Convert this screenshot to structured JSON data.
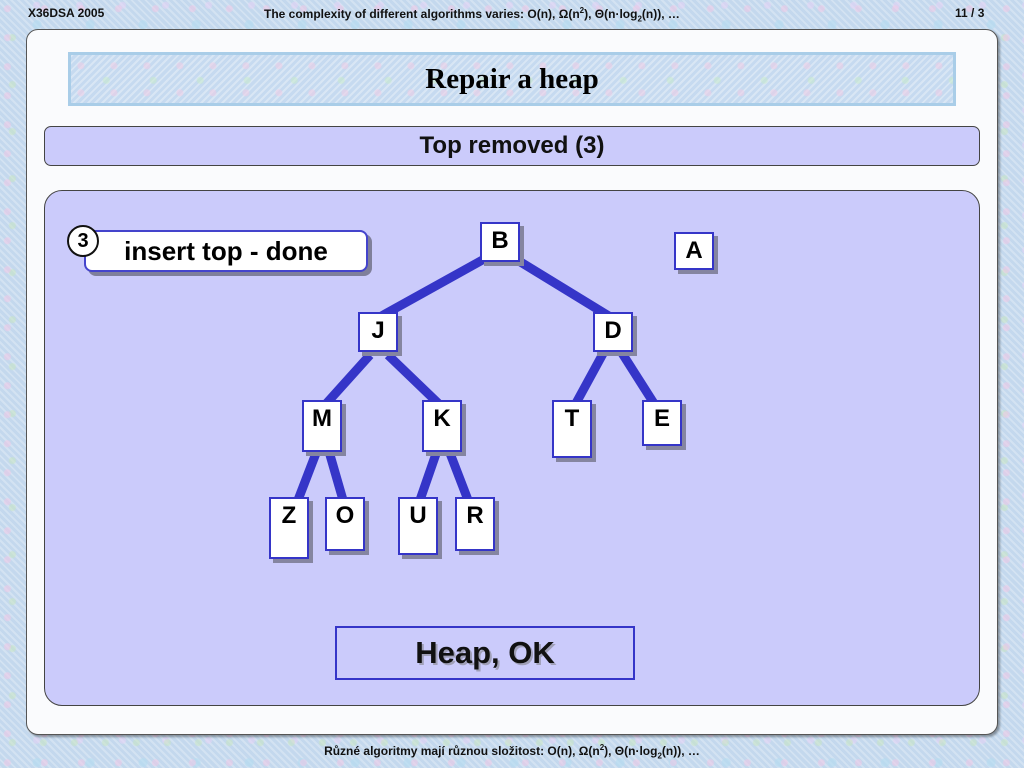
{
  "header": {
    "left": "X36DSA  2005",
    "center_prefix": "The complexity of different algorithms varies:  O(n), Ω(n",
    "center_sup": "2",
    "center_mid": "), Θ(n·log",
    "center_sub": "2",
    "center_suffix": "(n)), …",
    "page": "11 / 3"
  },
  "title": "Repair a heap",
  "subtitle": "Top removed (3)",
  "step": {
    "number": "3",
    "label": "insert top - done"
  },
  "removed_node": "A",
  "tree": {
    "nodes": [
      {
        "id": "n1",
        "label": "B"
      },
      {
        "id": "n2",
        "label": "J"
      },
      {
        "id": "n3",
        "label": "D"
      },
      {
        "id": "n4",
        "label": "M"
      },
      {
        "id": "n5",
        "label": "K"
      },
      {
        "id": "n6",
        "label": "T"
      },
      {
        "id": "n7",
        "label": "E"
      },
      {
        "id": "n8",
        "label": "Z"
      },
      {
        "id": "n9",
        "label": "O"
      },
      {
        "id": "n10",
        "label": "U"
      },
      {
        "id": "n11",
        "label": "R"
      }
    ]
  },
  "status": "Heap, OK",
  "colors": {
    "edge": "#3535c8",
    "panel": "#cbcbfb",
    "border": "#3535c8"
  },
  "footer": {
    "prefix": "Různé algoritmy mají různou složitost:  O(n), Ω(n",
    "sup": "2",
    "mid": "), Θ(n·log",
    "sub": "2",
    "suffix": "(n)), …"
  }
}
